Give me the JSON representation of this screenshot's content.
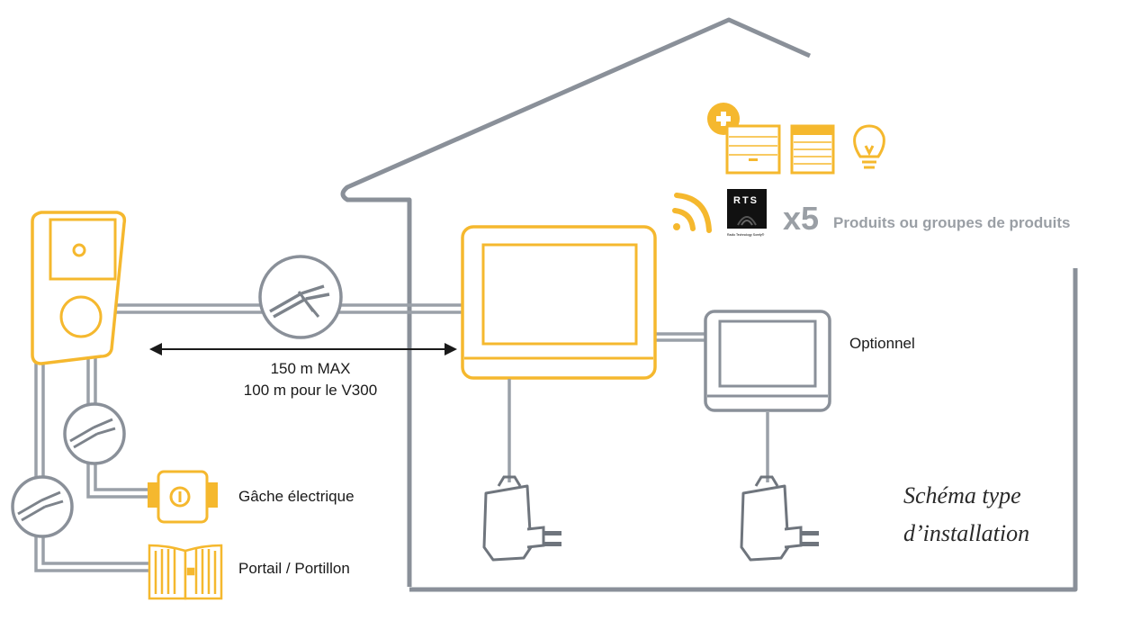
{
  "distance": {
    "max": "150 m MAX",
    "v300": "100 m pour le V300"
  },
  "labels": {
    "optional_monitor": "Optionnel",
    "electric_strike": "Gâche électrique",
    "gate": "Portail / Portillon"
  },
  "rts": {
    "logo_text": "RTS",
    "logo_subtext": "Radio Technology Somfy®",
    "multiplier": "x5",
    "description": "Produits ou groupes de produits"
  },
  "title": {
    "line1": "Schéma type",
    "line2": "d’installation"
  },
  "colors": {
    "accent": "#f5b82e",
    "line": "#8a9099",
    "text": "#1a1a1a",
    "muted": "#9a9fa5"
  },
  "icons": [
    "doorbell-icon",
    "monitor-icon",
    "power-adapter-icon",
    "cable-icon",
    "electric-strike-icon",
    "gate-icon",
    "garage-door-icon",
    "shutter-icon",
    "light-bulb-icon",
    "wireless-signal-icon",
    "rts-logo-icon",
    "plus-icon"
  ]
}
